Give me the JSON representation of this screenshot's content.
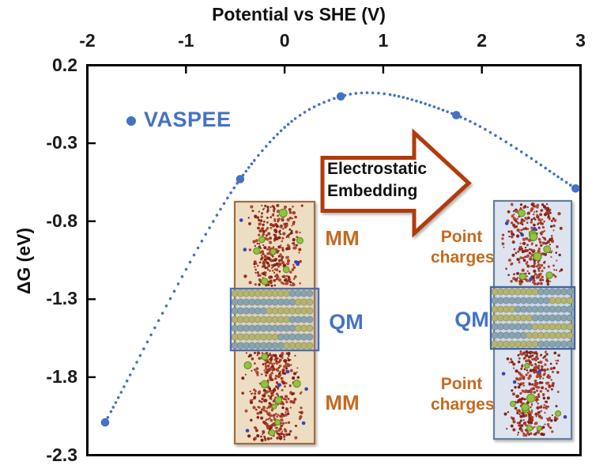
{
  "chart_data": {
    "type": "scatter",
    "xlabel": "Potential vs SHE (V)",
    "ylabel": "ΔG (eV)",
    "x_axis_position": "top",
    "xlim": [
      -2,
      3
    ],
    "ylim": [
      -2.3,
      0.2
    ],
    "x_ticks": [
      -2,
      -1,
      0,
      1,
      2,
      3
    ],
    "y_ticks": [
      0.2,
      -0.3,
      -0.8,
      -1.3,
      -1.8,
      -2.3
    ],
    "grid": false,
    "legend_position": "upper-left",
    "series": [
      {
        "name": "VASPEE",
        "marker": "circle",
        "line_style": "dotted-smooth",
        "color": "#4472C4",
        "points": [
          {
            "x": -1.82,
            "y": -2.09
          },
          {
            "x": -0.45,
            "y": -0.53
          },
          {
            "x": 0.57,
            "y": 0.0
          },
          {
            "x": 1.74,
            "y": -0.12
          },
          {
            "x": 2.95,
            "y": -0.59
          }
        ]
      }
    ]
  },
  "annotations": {
    "arrow": {
      "line1": "Electrostatic",
      "line2": "Embedding",
      "direction": "right",
      "outline_color": "#B23A10"
    },
    "left_system": {
      "top": "MM",
      "middle": "QM",
      "bottom": "MM"
    },
    "right_system": {
      "top": "Point charges",
      "middle": "QM",
      "bottom": "Point charges"
    }
  },
  "colors": {
    "series_blue": "#4472C4",
    "label_orange": "#C46A1F",
    "label_blue": "#4472C4",
    "axis_black": "#000000",
    "left_inset_bg": "#EDDDC3",
    "left_inset_border": "#A26C3F",
    "right_inset_bg": "#DDE4F0",
    "right_inset_border": "#647F9C"
  }
}
